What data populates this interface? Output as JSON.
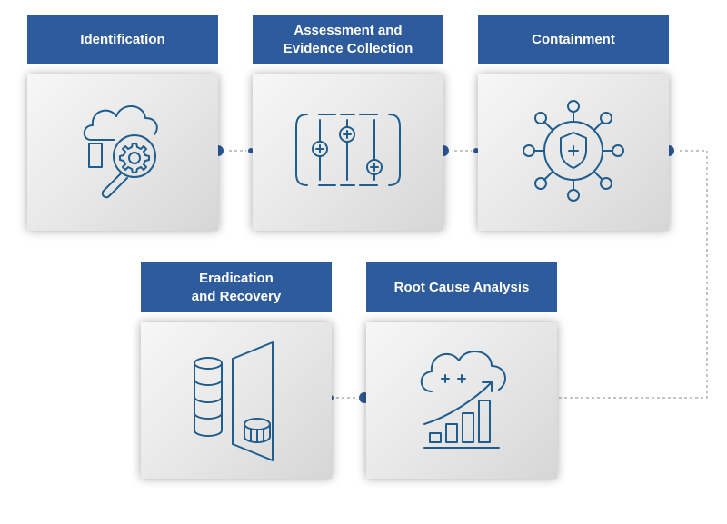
{
  "steps": [
    {
      "id": "identification",
      "label": "Identification",
      "icon": "cloud-gear-magnifier-icon"
    },
    {
      "id": "assessment",
      "label": "Assessment and\nEvidence Collection",
      "icon": "sliders-icon"
    },
    {
      "id": "containment",
      "label": "Containment",
      "icon": "shield-network-icon"
    },
    {
      "id": "eradication",
      "label": "Eradication\nand Recovery",
      "icon": "database-door-icon"
    },
    {
      "id": "root-cause",
      "label": "Root Cause Analysis",
      "icon": "cloud-growth-chart-icon"
    }
  ],
  "colors": {
    "label_bg": "#2e5b9b",
    "icon_stroke": "#1f5d8e",
    "connector": "#8a8a8a"
  }
}
